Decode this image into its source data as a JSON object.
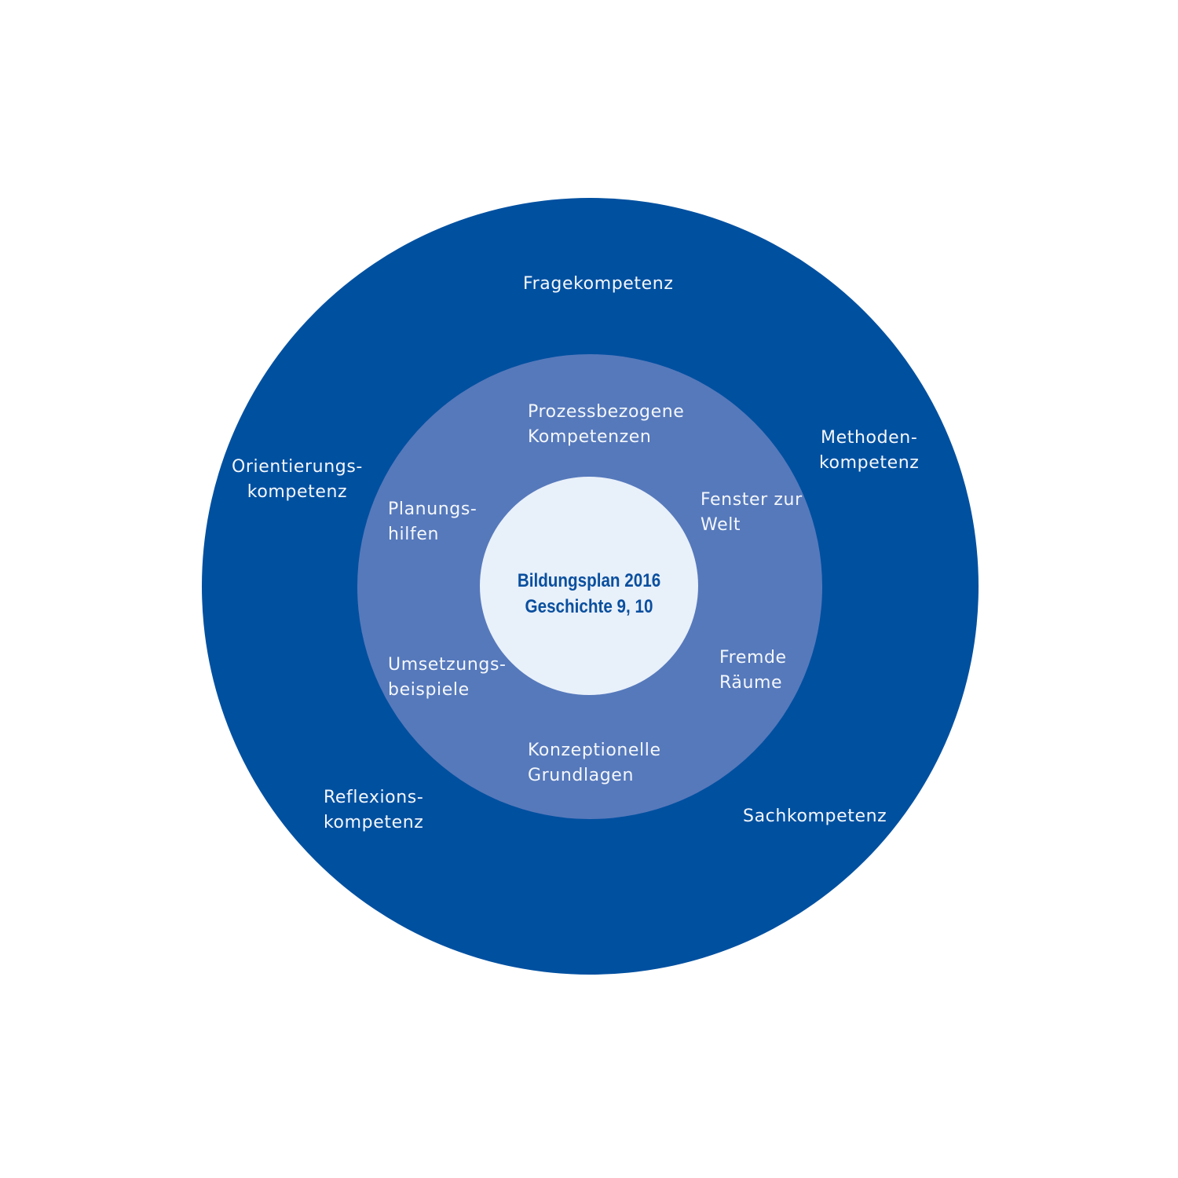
{
  "diagram": {
    "type": "concentric-circles",
    "colors": {
      "outer_ring": "#0050a0",
      "middle_ring": "#5679bb",
      "core": "#e8f0fa",
      "ring_text": "#f4f7fc",
      "core_text": "#0a4f9e"
    },
    "core": {
      "line1": "Bildungsplan 2016",
      "line2": "Geschichte 9, 10"
    },
    "middle_ring": {
      "items": [
        {
          "line1": "Prozessbezogene",
          "line2": "Kompetenzen"
        },
        {
          "line1": "Fenster zur",
          "line2": "Welt"
        },
        {
          "line1": "Fremde",
          "line2": "Räume"
        },
        {
          "line1": "Konzeptionelle",
          "line2": "Grundlagen"
        },
        {
          "line1": "Umsetzungs-",
          "line2": "beispiele"
        },
        {
          "line1": "Planungs-",
          "line2": "hilfen"
        }
      ]
    },
    "outer_ring": {
      "items": [
        {
          "line1": "Fragekompetenz",
          "line2": ""
        },
        {
          "line1": "Methoden-",
          "line2": "kompetenz"
        },
        {
          "line1": "Sachkompetenz",
          "line2": ""
        },
        {
          "line1": "Reflexions-",
          "line2": "kompetenz"
        },
        {
          "line1": "Orientierungs-",
          "line2": "kompetenz"
        }
      ]
    }
  }
}
